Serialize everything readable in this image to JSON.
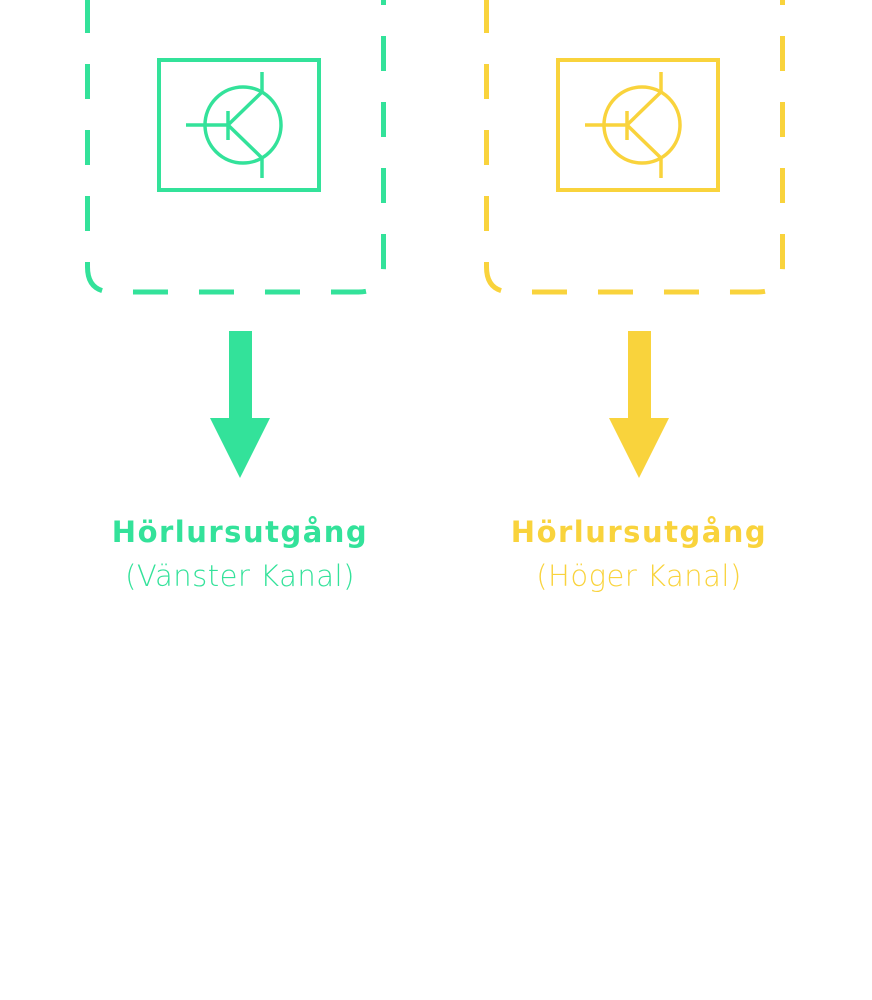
{
  "colors": {
    "left": "#33E29A",
    "right": "#F9D33C"
  },
  "channels": [
    {
      "title": "Hörlursutgång",
      "subtitle": "(Vänster Kanal)",
      "icon": "transistor-icon"
    },
    {
      "title": "Hörlursutgång",
      "subtitle": "(Höger Kanal)",
      "icon": "transistor-icon"
    }
  ]
}
